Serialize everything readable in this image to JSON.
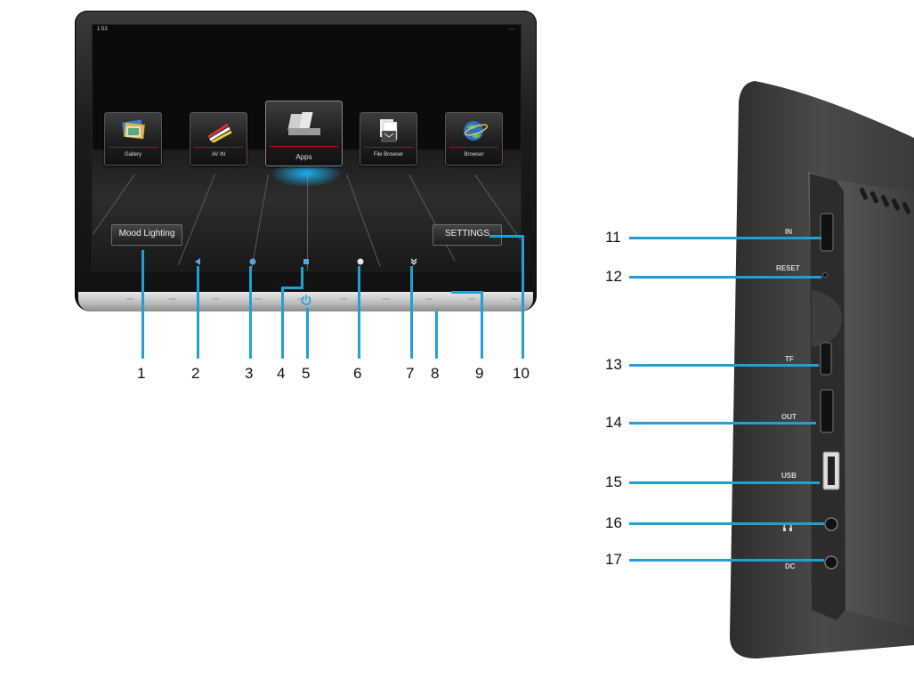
{
  "screen": {
    "status_time": "1:53",
    "tiles": [
      {
        "label": "Gallery",
        "icon": "gallery-photos-icon"
      },
      {
        "label": "AV IN",
        "icon": "av-in-cables-icon"
      },
      {
        "label": "Apps",
        "icon": "apps-icon"
      },
      {
        "label": "File Browser",
        "icon": "file-browser-icon"
      },
      {
        "label": "Browser",
        "icon": "globe-browser-icon"
      }
    ],
    "mood_lighting": "Mood Lighting",
    "settings": "SETTINGS"
  },
  "front_callouts": [
    "1",
    "2",
    "3",
    "4",
    "5",
    "6",
    "7",
    "8",
    "9",
    "10"
  ],
  "side_ports": {
    "in": "IN",
    "reset": "RESET",
    "tf": "TF",
    "out": "OUT",
    "usb": "USB",
    "dc": "DC"
  },
  "side_callouts": [
    "11",
    "12",
    "13",
    "14",
    "15",
    "16",
    "17"
  ],
  "colors": {
    "callout": "#1fa0d6",
    "accent_red": "#aa1111",
    "apps_glow": "#1ab0f0"
  }
}
